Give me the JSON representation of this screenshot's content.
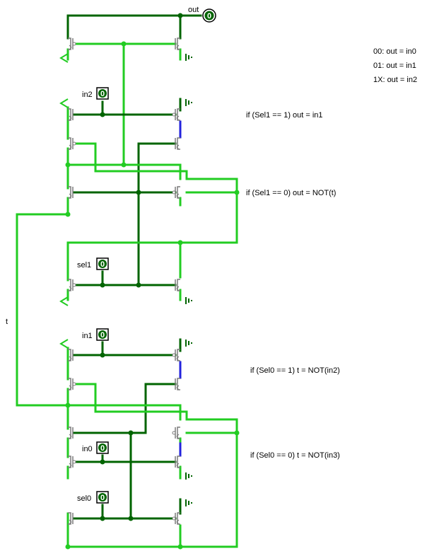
{
  "colors": {
    "wire_high": "#22cc22",
    "wire_low": "#006400",
    "wire_float": "#2222dd",
    "transistor": "#7a7a7a",
    "pin_fill": "#006400"
  },
  "output": {
    "label": "out",
    "value": "0"
  },
  "inputs": {
    "in2": {
      "label": "in2",
      "value": "0"
    },
    "sel1": {
      "label": "sel1",
      "value": "0"
    },
    "in1": {
      "label": "in1",
      "value": "0"
    },
    "in0": {
      "label": "in0",
      "value": "0"
    },
    "sel0": {
      "label": "sel0",
      "value": "0"
    }
  },
  "wire_label_t": "t",
  "truth_table": [
    "00: out = in0",
    "01: out = in1",
    "1X: out = in2"
  ],
  "annotations": {
    "sel1_eq_1": "if (Sel1 == 1) out = in1",
    "sel1_eq_0": "if (Sel1 == 0) out = NOT(t)",
    "sel0_eq_1": "if (Sel0 == 1) t = NOT(in2)",
    "sel0_eq_0": "if (Sel0 == 0) t = NOT(in3)"
  }
}
